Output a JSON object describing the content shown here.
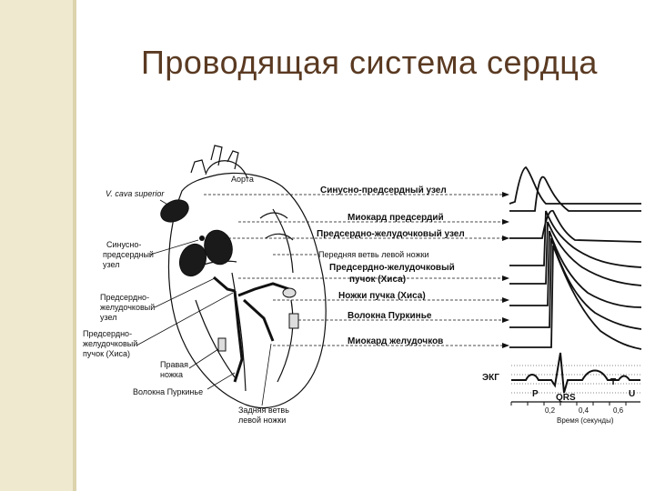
{
  "slide": {
    "title": "Проводящая система сердца"
  },
  "heart_labels": {
    "vena_cava": "V. cava superior",
    "aorta": "Аорта",
    "sa_node_l1": "Синусно-",
    "sa_node_l2": "предсердный",
    "sa_node_l3": "узел",
    "av_node_l1": "Предсердно-",
    "av_node_l2": "желудочковый",
    "av_node_l3": "узел",
    "bundle_l1": "Предсердно-",
    "bundle_l2": "желудочковый",
    "bundle_l3": "пучок (Хиса)",
    "right_branch_l1": "Правая",
    "right_branch_l2": "ножка",
    "purkinje_left": "Волокна Пуркинье",
    "post_branch_l1": "Задняя ветвь",
    "post_branch_l2": "левой ножки"
  },
  "ap_labels": {
    "sa_node": "Синусно-предсердный узел",
    "atrial_myo": "Миокард предсердий",
    "av_node": "Предсердно-желудочковый узел",
    "ant_branch": "Передняя ветвь левой ножки",
    "bundle_l1": "Предсердно-желудочковый",
    "bundle_l2": "пучок (Хиса)",
    "legs": "Ножки пучка (Хиса)",
    "purkinje": "Волокна Пуркинье",
    "vent_myo": "Миокард желудочков"
  },
  "ecg": {
    "label": "ЭКГ",
    "p": "P",
    "qrs": "QRS",
    "t": "T",
    "u": "U",
    "ticks": [
      "0,2",
      "0,4",
      "0,6"
    ],
    "axis_label": "Время (секунды)"
  },
  "colors": {
    "background": "#ffffff",
    "left_strip": "#efe9cf",
    "title": "#5a3a22",
    "ink": "#111111"
  }
}
